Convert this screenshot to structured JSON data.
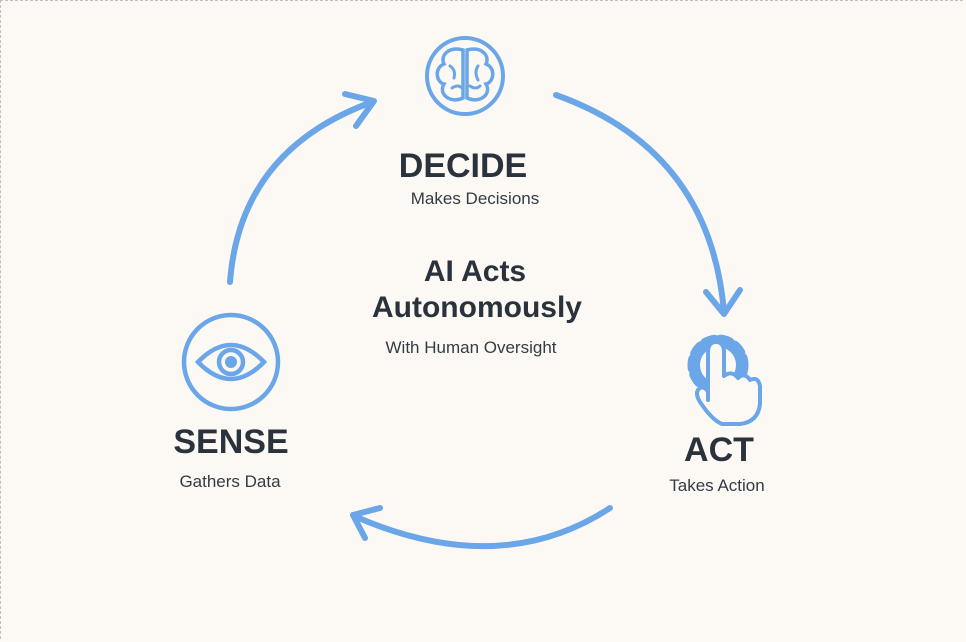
{
  "colors": {
    "accent": "#6aa6e8",
    "text": "#2a323c",
    "background": "#fcf9f5"
  },
  "center": {
    "title_line1": "AI Acts",
    "title_line2": "Autonomously",
    "subtitle": "With Human Oversight"
  },
  "nodes": [
    {
      "title": "DECIDE",
      "subtitle": "Makes Decisions",
      "icon": "brain-icon"
    },
    {
      "title": "ACT",
      "subtitle": "Takes Action",
      "icon": "gear-hand-icon"
    },
    {
      "title": "SENSE",
      "subtitle": "Gathers Data",
      "icon": "eye-icon"
    }
  ]
}
